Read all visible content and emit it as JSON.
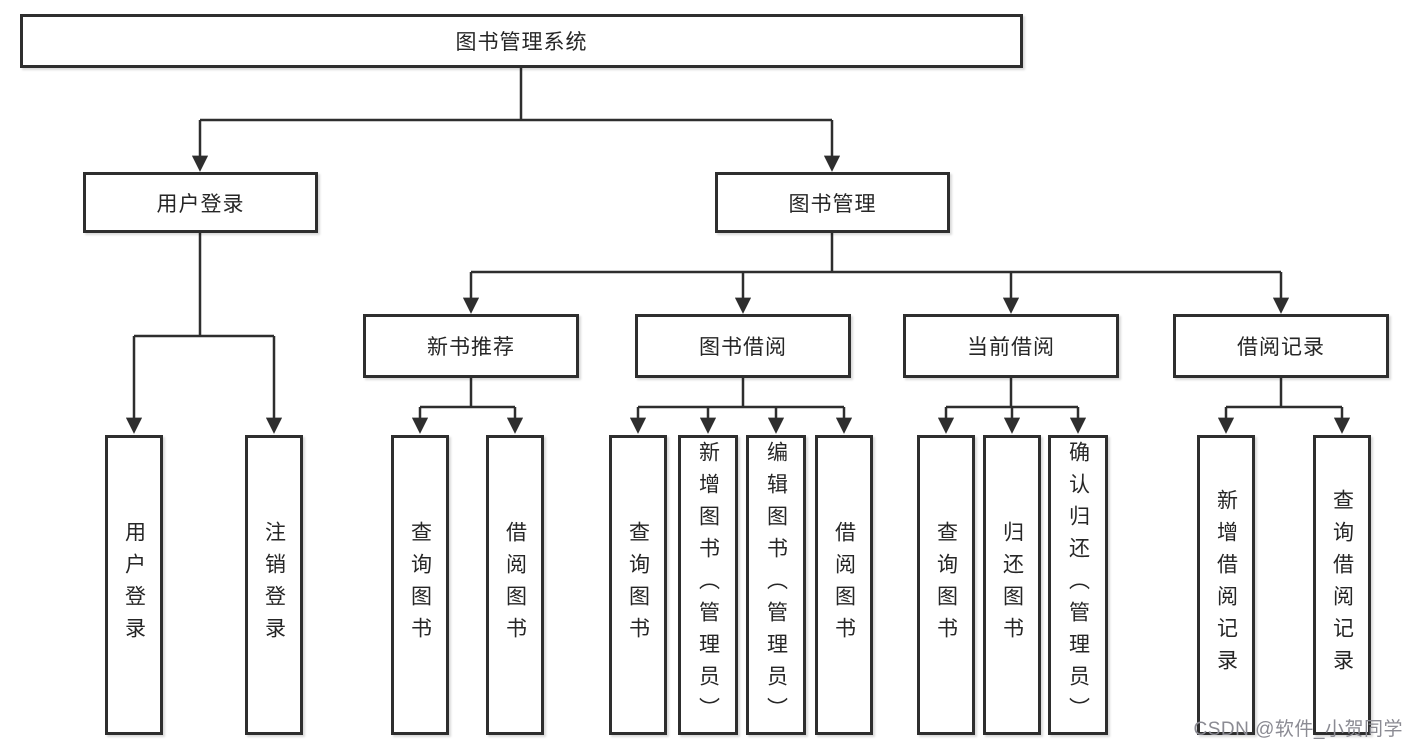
{
  "colors": {
    "background": "#ffffff",
    "line": "#2e2e2e",
    "box_border": "#2e2e2e",
    "box_background": "#ffffff",
    "text": "#262626",
    "watermark_text_color": "#8b8b93"
  },
  "watermark": {
    "text": "CSDN @软件_小贺同学"
  },
  "tree": {
    "label": "图书管理系统",
    "children": [
      {
        "label": "用户登录",
        "children": [
          {
            "label": "用户登录"
          },
          {
            "label": "注销登录"
          }
        ]
      },
      {
        "label": "图书管理",
        "children": [
          {
            "label": "新书推荐",
            "children": [
              {
                "label": "查询图书"
              },
              {
                "label": "借阅图书"
              }
            ]
          },
          {
            "label": "图书借阅",
            "children": [
              {
                "label": "查询图书"
              },
              {
                "label": "新增图书（管理员）"
              },
              {
                "label": "编辑图书（管理员）"
              },
              {
                "label": "借阅图书"
              }
            ]
          },
          {
            "label": "当前借阅",
            "children": [
              {
                "label": "查询图书"
              },
              {
                "label": "归还图书"
              },
              {
                "label": "确认归还（管理员）"
              }
            ]
          },
          {
            "label": "借阅记录",
            "children": [
              {
                "label": "新增借阅记录"
              },
              {
                "label": "查询借阅记录"
              }
            ]
          }
        ]
      }
    ]
  }
}
